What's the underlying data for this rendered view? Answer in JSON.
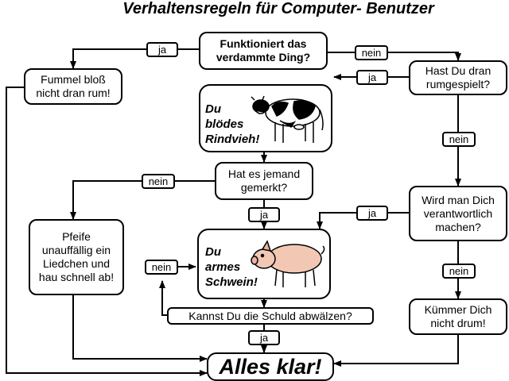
{
  "title": "Verhaltensregeln für Computer- Benutzer",
  "nodes": {
    "works": "Funktioniert das\nverdammte Ding?",
    "hands_off": "Fummel bloß\nnicht dran rum!",
    "played": "Hast Du dran\nrumgespielt?",
    "cow_text": "Du\nblödes\nRindvieh!",
    "noticed": "Hat es jemand\ngemerkt?",
    "responsible": "Wird man Dich\nverantwortlich\nmachen?",
    "whistle": "Pfeife\nunauffällig ein\nLiedchen und\nhau schnell ab!",
    "pig_text": "Du\narmes\nSchwein!",
    "blame": "Kannst Du die Schuld abwälzen?",
    "dont_care": "Kümmer Dich\nnicht drum!",
    "all_good": "Alles klar!"
  },
  "labels": {
    "yes": "ja",
    "no": "nein"
  },
  "icons": {
    "cow": "cow-icon",
    "pig": "pig-icon"
  }
}
